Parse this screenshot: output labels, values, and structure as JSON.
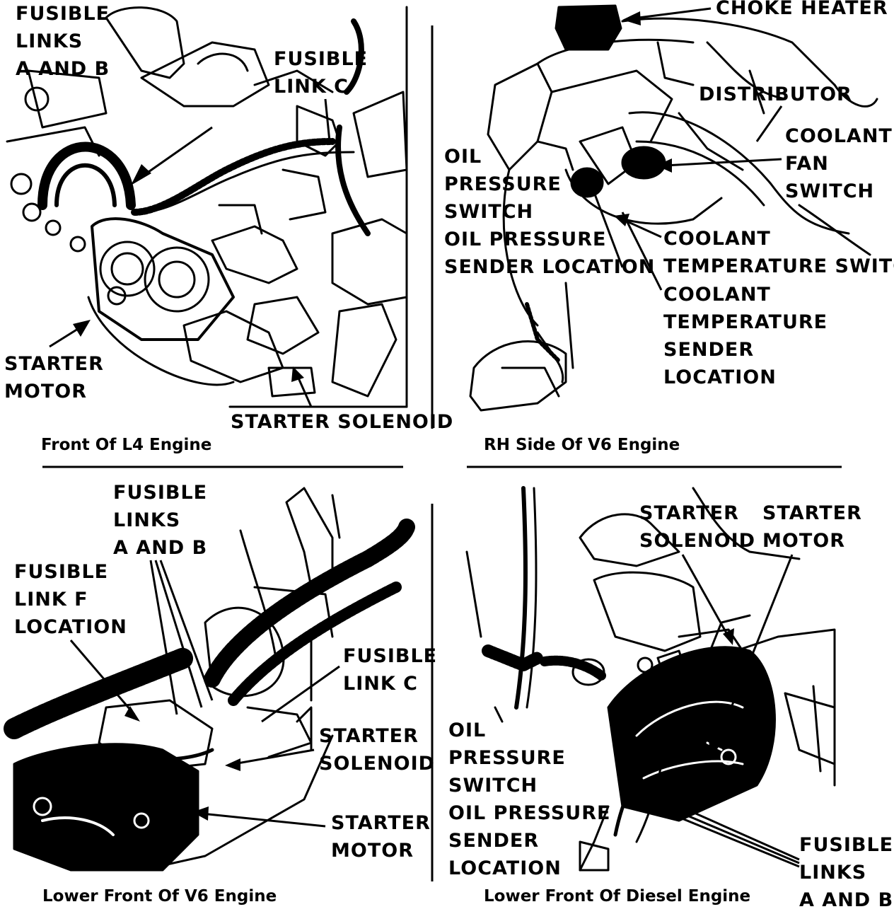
{
  "panels": {
    "l4": {
      "caption": "Front Of L4 Engine",
      "labels": {
        "fusible_ab": [
          "FUSIBLE",
          "LINKS",
          "A AND B"
        ],
        "fusible_c": [
          "FUSIBLE",
          "LINK C"
        ],
        "starter_motor": [
          "STARTER",
          "MOTOR"
        ],
        "starter_solenoid": [
          "STARTER SOLENOID"
        ]
      }
    },
    "v6_rh": {
      "caption": "RH Side Of V6 Engine",
      "labels": {
        "choke_heater": [
          "CHOKE HEATER"
        ],
        "distributor": [
          "DISTRIBUTOR"
        ],
        "coolant_fan_switch": [
          "COOLANT",
          "FAN",
          "SWITCH"
        ],
        "oil_pressure": [
          "OIL",
          "PRESSURE",
          "SWITCH",
          "OIL PRESSURE",
          "SENDER LOCATION"
        ],
        "coolant_temp_switch": [
          "COOLANT",
          "TEMPERATURE SWITCH"
        ],
        "coolant_temp_sender": [
          "COOLANT",
          "TEMPERATURE",
          "SENDER",
          "LOCATION"
        ]
      }
    },
    "v6_lower": {
      "caption": "Lower Front Of V6 Engine",
      "labels": {
        "fusible_ab": [
          "FUSIBLE",
          "LINKS",
          "A AND B"
        ],
        "fusible_f": [
          "FUSIBLE",
          "LINK F",
          "LOCATION"
        ],
        "fusible_c": [
          "FUSIBLE",
          "LINK C"
        ],
        "starter_solenoid": [
          "STARTER",
          "SOLENOID"
        ],
        "starter_motor": [
          "STARTER",
          "MOTOR"
        ]
      }
    },
    "diesel": {
      "caption": "Lower Front Of Diesel Engine",
      "labels": {
        "starter_solenoid": [
          "STARTER",
          "SOLENOID"
        ],
        "starter_motor": [
          "STARTER",
          "MOTOR"
        ],
        "oil_pressure": [
          "OIL",
          "PRESSURE",
          "SWITCH",
          "OIL PRESSURE",
          "SENDER",
          "LOCATION"
        ],
        "fusible_ab": [
          "FUSIBLE",
          "LINKS",
          "A AND B"
        ]
      }
    }
  }
}
